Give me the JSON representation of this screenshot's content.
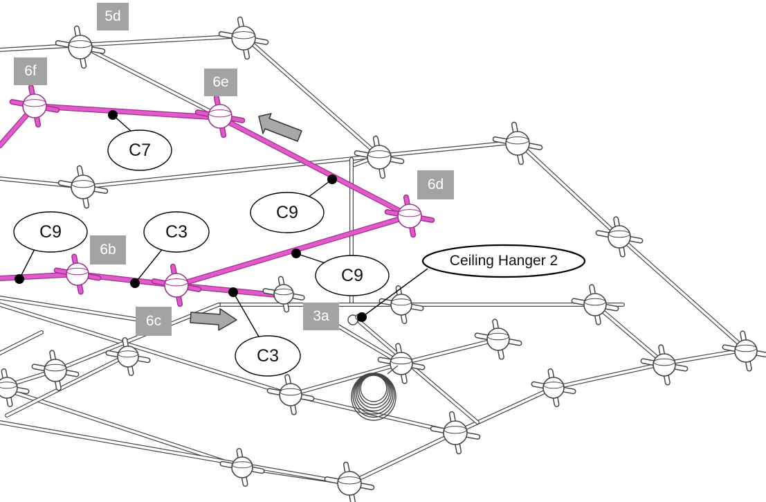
{
  "colors": {
    "highlight_rod": "#e05ac9",
    "highlight_rod_edge": "#a0308f",
    "frame_rod": "#ffffff",
    "frame_rod_edge": "#444444",
    "step_tag_bg": "#a3a3a3",
    "step_tag_text": "#ffffff",
    "arrow_fill": "#a8a8a8"
  },
  "step_tags": {
    "t5d": "5d",
    "t6f": "6f",
    "t6e": "6e",
    "t6d": "6d",
    "t6b": "6b",
    "t6c": "6c",
    "t3a": "3a"
  },
  "callouts": {
    "c7": "C7",
    "c9_upper": "C9",
    "c9_left": "C9",
    "c3_left": "C3",
    "c9_right": "C9",
    "c3_lower": "C3",
    "ceiling_hanger": "Ceiling Hanger 2"
  },
  "icons": {
    "move_arrow_upper": "arrow-left-icon",
    "move_arrow_lower": "arrow-right-icon",
    "hub_connector": "hub-connector-icon",
    "coil_spring": "coil-spring-icon"
  }
}
